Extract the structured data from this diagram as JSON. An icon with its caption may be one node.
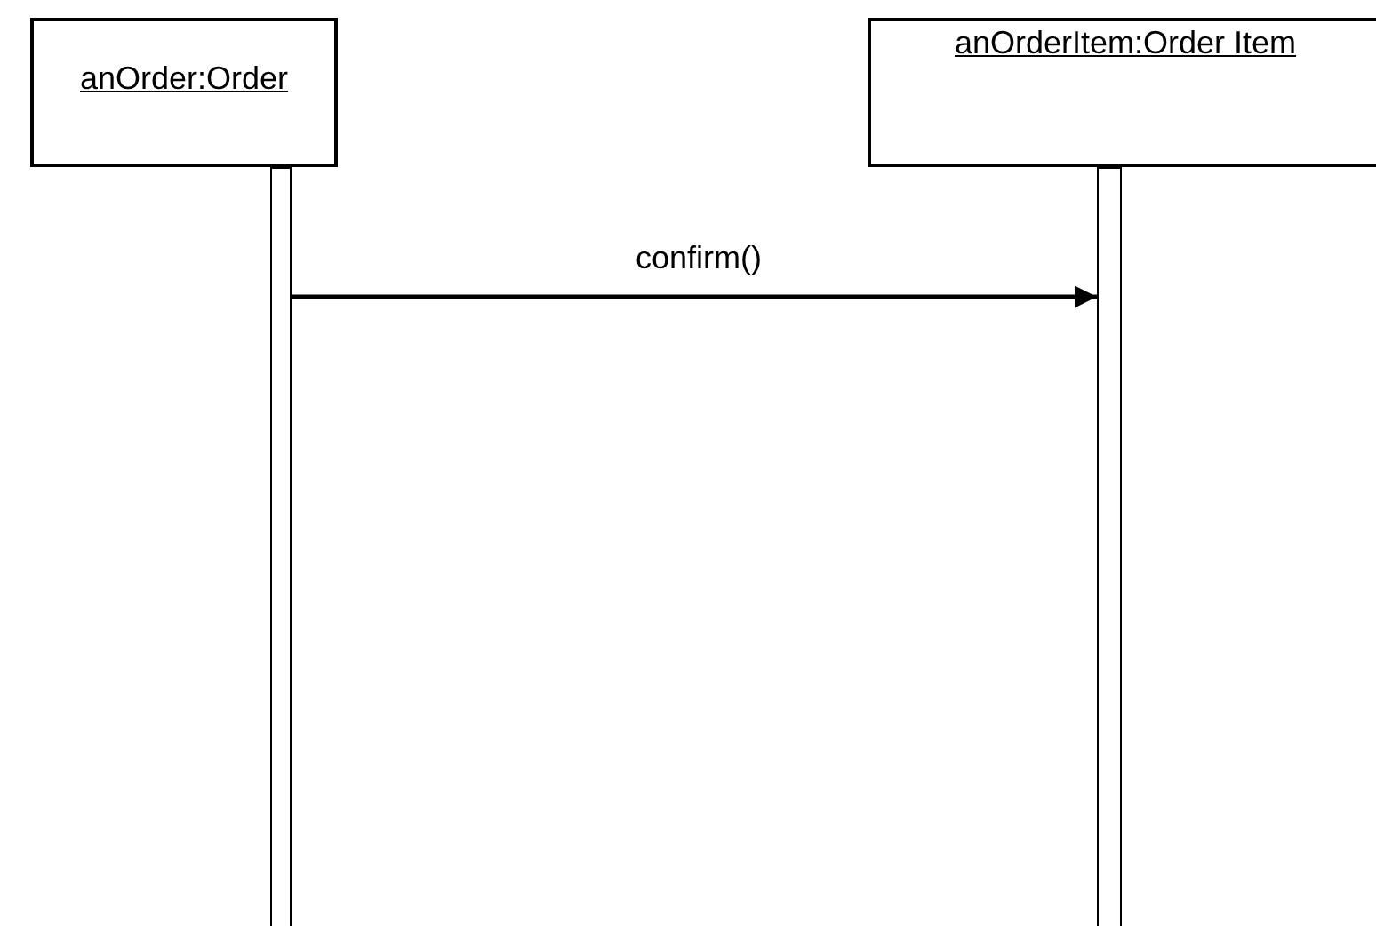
{
  "diagram": {
    "nodes": [
      {
        "text": [
          "anOrder:Order"
        ]
      },
      {
        "text": [
          "anOrderItem:Order Item"
        ]
      },
      {
        "text": [],
        "shape": "bar"
      },
      {
        "text": [],
        "shape": "bar"
      }
    ],
    "edges": [
      {
        "from": 2,
        "to": 3,
        "arrow": "to",
        "label": "confirm()"
      }
    ]
  }
}
